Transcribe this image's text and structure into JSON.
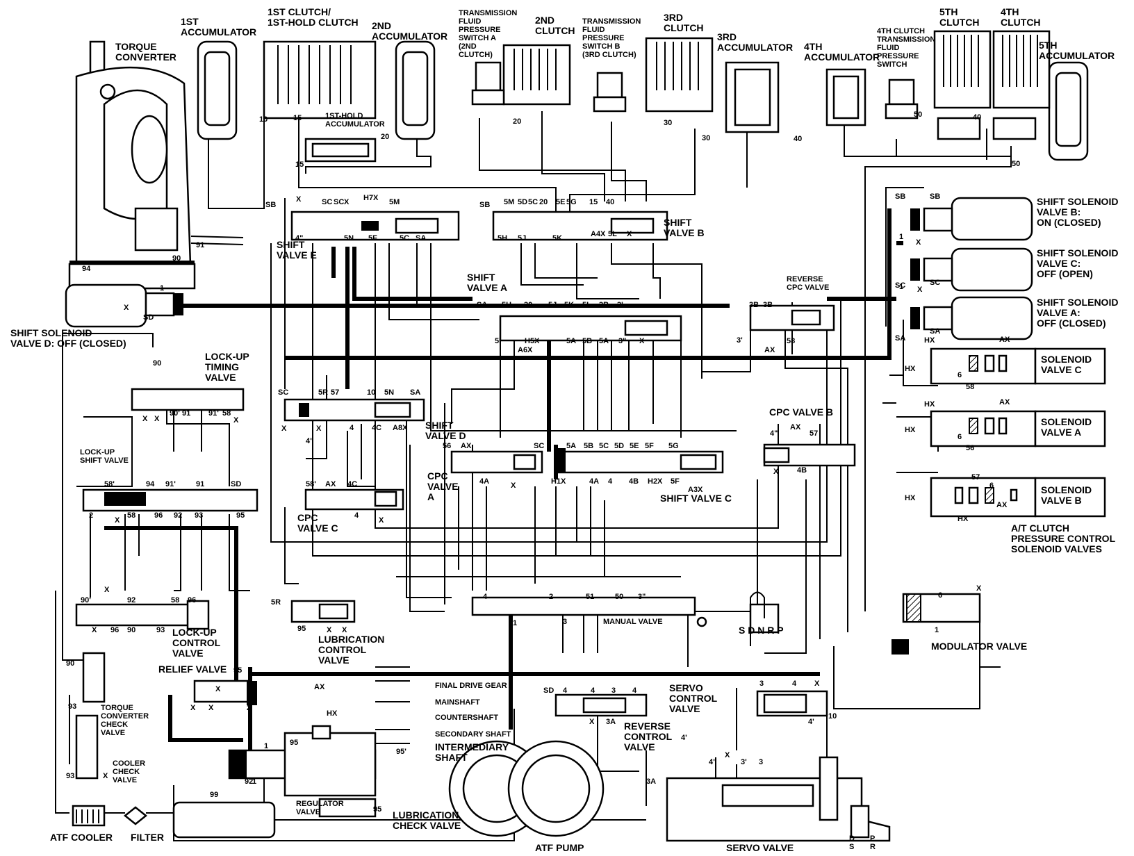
{
  "components": {
    "torque_converter": "TORQUE\nCONVERTER",
    "acc1": "1ST\nACCUMULATOR",
    "clutch1": "1ST CLUTCH/\n1ST-HOLD CLUTCH",
    "acc2": "2ND\nACCUMULATOR",
    "tfps_a": "TRANSMISSION\nFLUID\nPRESSURE\nSWITCH A\n(2ND\nCLUTCH)",
    "clutch2": "2ND\nCLUTCH",
    "tfps_b": "TRANSMISSION\nFLUID\nPRESSURE\nSWITCH B\n(3RD CLUTCH)",
    "clutch3": "3RD\nCLUTCH",
    "acc3": "3RD\nACCUMULATOR",
    "acc4": "4TH\nACCUMULATOR",
    "tfps_4": "4TH CLUTCH\nTRANSMISSION\nFLUID\nPRESSURE\nSWITCH",
    "clutch5": "5TH\nCLUTCH",
    "clutch4": "4TH\nCLUTCH",
    "acc5": "5TH\nACCUMULATOR",
    "acc1hold": "1ST-HOLD\nACCUMULATOR",
    "ssv_b": "SHIFT SOLENOID\nVALVE B:\nON (CLOSED)",
    "ssv_c": "SHIFT SOLENOID\nVALVE C:\nOFF (OPEN)",
    "ssv_a": "SHIFT SOLENOID\nVALVE A:\nOFF (CLOSED)",
    "ssv_d": "SHIFT SOLENOID\nVALVE D: OFF (CLOSED)",
    "sol_c": "SOLENOID\nVALVE C",
    "sol_a": "SOLENOID\nVALVE A",
    "sol_b": "SOLENOID\nVALVE B",
    "atcpc": "A/T CLUTCH\nPRESSURE CONTROL\nSOLENOID VALVES",
    "shift_e": "SHIFT\nVALVE E",
    "shift_b": "SHIFT\nVALVE B",
    "shift_a": "SHIFT\nVALVE A",
    "shift_d": "SHIFT\nVALVE D",
    "shift_c": "SHIFT VALVE C",
    "reverse_cpc": "REVERSE\nCPC VALVE",
    "cpc_b": "CPC VALVE B",
    "cpc_a": "CPC\nVALVE\nA",
    "cpc_c": "CPC\nVALVE C",
    "lockup_timing": "LOCK-UP\nTIMING\nVALVE",
    "lockup_shift": "LOCK-UP\nSHIFT VALVE",
    "lockup_control": "LOCK-UP\nCONTROL\nVALVE",
    "relief": "RELIEF VALVE",
    "lubrication_control": "LUBRICATION\nCONTROL\nVALVE",
    "manual": "MANUAL VALVE",
    "manual_positions": "S D N R    P",
    "modulator": "MODULATOR VALVE",
    "servo_control": "SERVO\nCONTROL\nVALVE",
    "reverse_control": "REVERSE\nCONTROL\nVALVE",
    "tc_check": "TORQUE\nCONVERTER\nCHECK\nVALVE",
    "cooler_check": "COOLER\nCHECK\nVALVE",
    "final_drive": "FINAL DRIVE GEAR",
    "mainshaft": "MAINSHAFT",
    "countershaft": "COUNTERSHAFT",
    "secondary_shaft": "SECONDARY SHAFT",
    "intermediary_shaft": "INTERMEDIARY\nSHAFT",
    "regulator": "REGULATOR\nVALVE",
    "lubrication_check": "LUBRICATION\nCHECK VALVE",
    "atf_pump": "ATF PUMP",
    "servo": "SERVO VALVE",
    "atf_cooler": "ATF COOLER",
    "filter": "FILTER",
    "servo_ds": "D\nS",
    "servo_pr": "P\nR"
  },
  "port_labels": {
    "p1": "10",
    "p2": "15",
    "p3": "15",
    "p4": "20",
    "p5": "20",
    "p6": "30",
    "p7": "30",
    "p8": "40",
    "p9": "40",
    "p10": "50",
    "p11": "50",
    "p12": "91",
    "p13": "90",
    "p14": "94",
    "p15": "1",
    "p16": "X",
    "p17": "SD",
    "p18": "SB",
    "p19": "X",
    "p20": "SC",
    "p21": "SC",
    "p22": "X",
    "p23": "H7X",
    "p24": "5M",
    "p25": "4\"",
    "p26": "5N",
    "p27": "5F",
    "p28": "5C",
    "p29": "SA",
    "p30": "SB",
    "p31": "5M",
    "p32": "5D",
    "p33": "5C",
    "p34": "20",
    "p35": "5E",
    "p36": "5G",
    "p37": "15",
    "p38": "40",
    "p39": "5H",
    "p40": "5J",
    "p41": "5K",
    "p42": "A4X",
    "p43": "5L",
    "p44": "X",
    "p45": "SA",
    "p46": "5H",
    "p47": "30",
    "p48": "5J",
    "p49": "5K",
    "p50": "5L",
    "p51": "3B",
    "p52": "3'",
    "p53": "5I",
    "p54": "H5X",
    "p55": "A6X",
    "p56": "5A",
    "p57": "5B",
    "p58": "5A",
    "p59": "3\"",
    "p60": "X",
    "p61": "3B",
    "p62": "3B",
    "p63": "3'",
    "p64": "AX",
    "p65": "58",
    "p66": "SB",
    "p67": "1",
    "p68": "X",
    "p69": "SC",
    "p70": "1",
    "p71": "X",
    "p72": "SA",
    "p73": "HX",
    "p74": "HX",
    "p75": "AX",
    "p76": "6",
    "p77": "58",
    "p78": "HX",
    "p79": "HX",
    "p80": "AX",
    "p81": "6",
    "p82": "56",
    "p83": "HX",
    "p84": "57",
    "p85": "6",
    "p86": "AX",
    "p87": "HX",
    "p88": "90",
    "p89": "90'",
    "p90": "91",
    "p91": "91'",
    "p92": "58",
    "p93": "X",
    "p94": "X",
    "p95": "X",
    "p96": "SC",
    "p97": "5R",
    "p98": "57",
    "p99": "10",
    "p100": "5N",
    "p101": "SA",
    "p102": "4\"",
    "p103": "4",
    "p104": "4C",
    "p105": "A8X",
    "p106": "X",
    "p107": "X",
    "p108": "56",
    "p109": "AX",
    "p110": "SC",
    "p111": "5A",
    "p112": "5B",
    "p113": "5C",
    "p114": "5D",
    "p115": "5E",
    "p116": "5F",
    "p117": "5G",
    "p118": "4A",
    "p119": "X",
    "p120": "H1X",
    "p121": "4A",
    "p122": "4",
    "p123": "4B",
    "p124": "H2X",
    "p125": "5F",
    "p126": "A3X",
    "p127": "4\"",
    "p128": "AX",
    "p129": "57",
    "p130": "X",
    "p131": "4B",
    "p132": "58'",
    "p133": "AX",
    "p134": "4C",
    "p135": "4",
    "p136": "X",
    "p137": "58'",
    "p138": "94",
    "p139": "91'",
    "p140": "91",
    "p141": "SD",
    "p142": "2",
    "p143": "X",
    "p144": "58",
    "p145": "96",
    "p146": "92",
    "p147": "93",
    "p148": "95",
    "p149": "X",
    "p150": "90'",
    "p151": "92",
    "p152": "58",
    "p153": "96",
    "p154": "X",
    "p155": "96",
    "p156": "90",
    "p157": "93",
    "p158": "5R",
    "p159": "95",
    "p160": "X",
    "p161": "X",
    "p162": "4",
    "p163": "2",
    "p164": "51",
    "p165": "50",
    "p166": "3\"",
    "p167": "1",
    "p168": "3",
    "p169": "90",
    "p170": "93",
    "p171": "95",
    "p172": "X",
    "p173": "X",
    "p174": "2",
    "p175": "X",
    "p176": "AX",
    "p177": "HX",
    "p178": "SD",
    "p179": "4",
    "p180": "4",
    "p181": "3",
    "p182": "4",
    "p183": "X",
    "p184": "3A",
    "p185": "3",
    "p186": "4",
    "p187": "X",
    "p188": "4'",
    "p189": "10",
    "p190": "1",
    "p191": "92",
    "p192": "95",
    "p193": "1",
    "p194": "95'",
    "p195": "95",
    "p196": "93",
    "p197": "X",
    "p198": "99",
    "p199": "4'",
    "p200": "4\"",
    "p201": "X",
    "p202": "3'",
    "p203": "3",
    "p204": "3A",
    "p205": "6",
    "p206": "X",
    "p207": "1",
    "p208": "SB",
    "p209": "SC",
    "p210": "SA"
  }
}
